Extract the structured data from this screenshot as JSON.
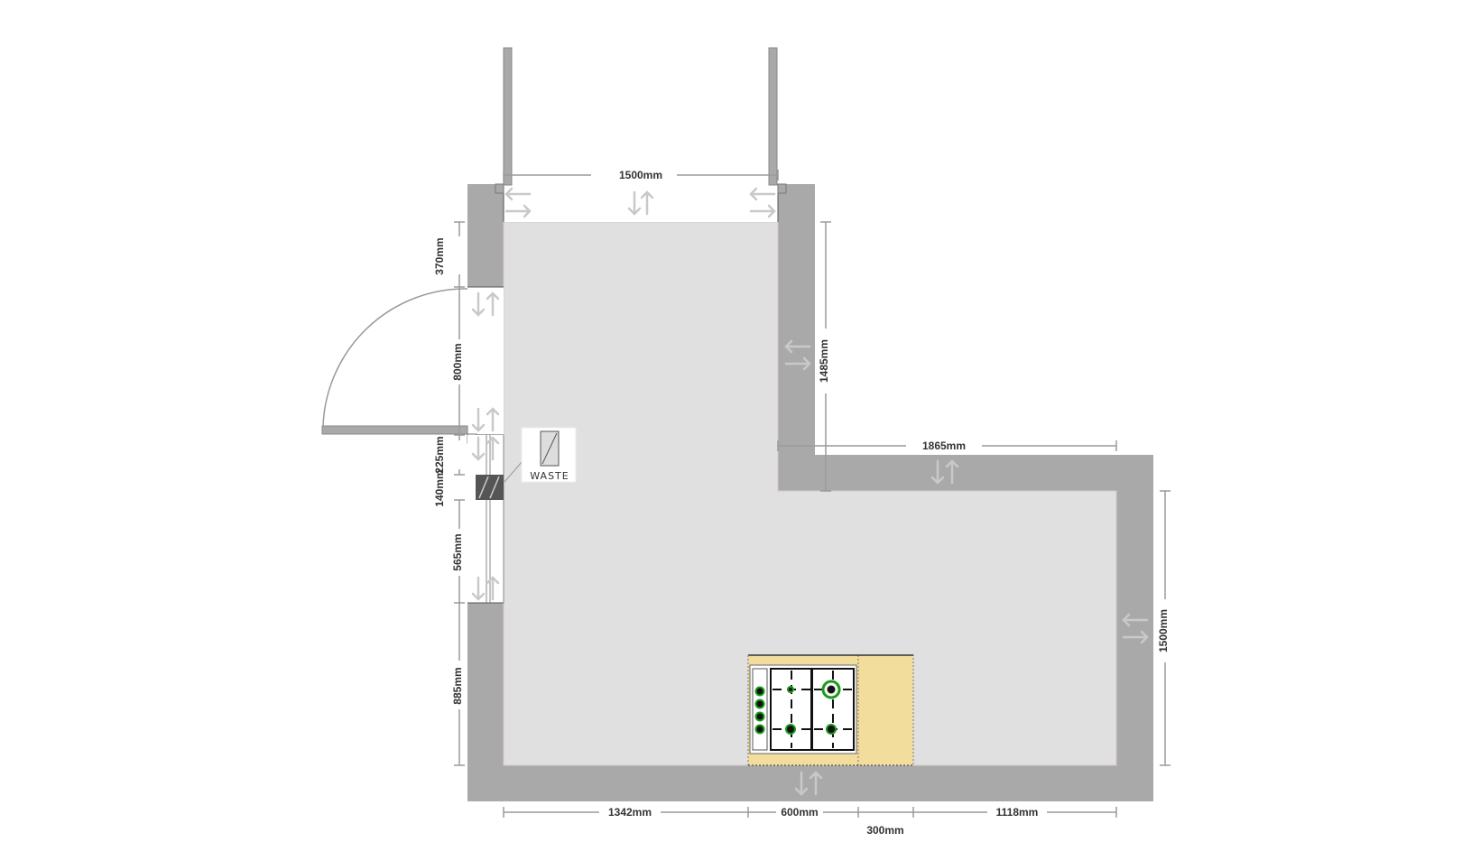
{
  "colors": {
    "wall": "#a9a9a9",
    "floor": "#e0e0e0",
    "worktop": "#f3dd9c",
    "burner": "#1a9c1a",
    "dimension_line": "#9a9a9a",
    "dimension_text": "#333333"
  },
  "dimensions": {
    "window_width": "1500mm",
    "left_top_wall": "370mm",
    "left_door": "800mm",
    "left_small_a": "225mm",
    "left_small_b": "140mm",
    "left_mid": "565mm",
    "left_bottom": "885mm",
    "right_upper": "1485mm",
    "right_step": "1865mm",
    "right_lower": "1500mm",
    "bottom_left": "1342mm",
    "bottom_hob": "600mm",
    "bottom_unit": "300mm",
    "bottom_right": "1118mm"
  },
  "labels": {
    "waste": "WASTE"
  },
  "icons": {
    "move_arrows": "double-arrow-icon",
    "hob": "gas-hob-icon",
    "waste": "waste-pipe-icon"
  }
}
